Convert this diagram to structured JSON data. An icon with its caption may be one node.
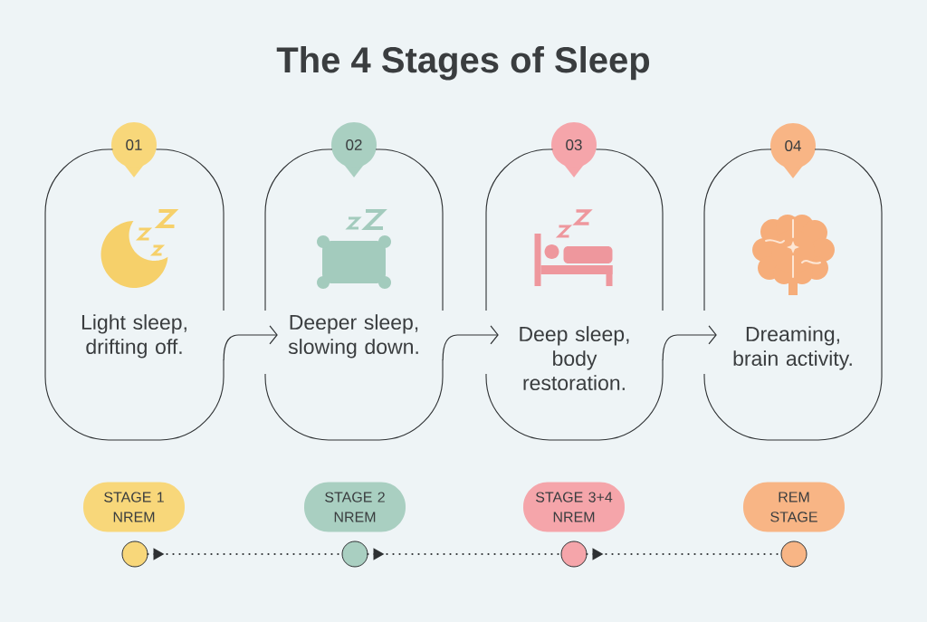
{
  "diagram": {
    "title": "The 4 Stages of Sleep",
    "nodes": [
      {
        "text": [
          "01"
        ]
      },
      {
        "text": [
          "02"
        ]
      },
      {
        "text": [
          "03"
        ]
      },
      {
        "text": [
          "04"
        ]
      },
      {
        "text": [
          "Light sleep, drifting off."
        ]
      },
      {
        "text": [
          "Deeper sleep, slowing down."
        ]
      },
      {
        "text": [
          "Deep sleep, body restoration."
        ]
      },
      {
        "text": [
          "Dreaming, brain activity."
        ]
      },
      {
        "text": [
          "STAGE 1 NREM"
        ]
      },
      {
        "text": [
          "STAGE 2 NREM"
        ]
      },
      {
        "text": [
          "STAGE 3+4 NREM"
        ]
      },
      {
        "text": [
          "REM STAGE"
        ]
      },
      {
        "text": [],
        "shape": "circle"
      },
      {
        "text": [],
        "shape": "circle"
      },
      {
        "text": [],
        "shape": "circle"
      },
      {
        "text": [],
        "shape": "circle"
      }
    ],
    "edges": [
      {
        "from": 4,
        "to": 5,
        "arrow": "to"
      },
      {
        "from": 5,
        "to": 6,
        "arrow": "to"
      },
      {
        "from": 6,
        "to": 7,
        "arrow": "to"
      },
      {
        "from": 12,
        "to": 13,
        "arrow": "to",
        "style": "dashed"
      },
      {
        "from": 13,
        "to": 14,
        "arrow": "to",
        "style": "dashed"
      },
      {
        "from": 14,
        "to": 15,
        "arrow": "to",
        "style": "dashed"
      }
    ]
  }
}
